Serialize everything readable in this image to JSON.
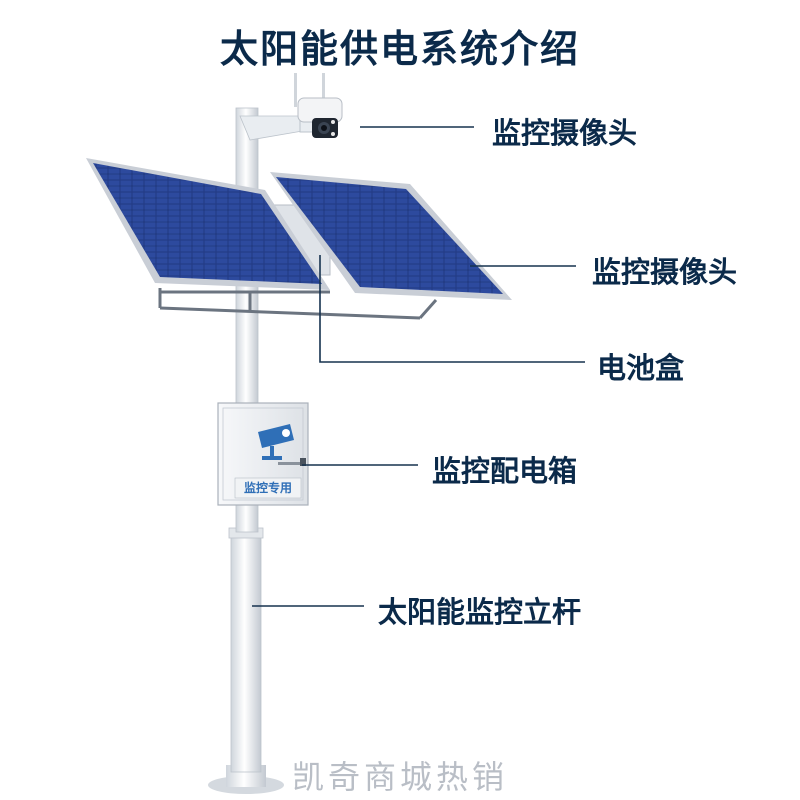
{
  "title": "太阳能供电系统介绍",
  "labels": {
    "camera_top": "监控摄像头",
    "camera_panel": "监控摄像头",
    "battery_box": "电池盒",
    "distribution_box": "监控配电箱",
    "pole": "太阳能监控立杆"
  },
  "box_plate_text": "监控专用",
  "watermark": "凯奇商城热销",
  "colors": {
    "title": "#0b2a4a",
    "label": "#0b2a4a",
    "leader_line": "#16324f",
    "panel_cell": "#243f8f",
    "panel_frame": "#c9ced6",
    "pole": "#eef1f4",
    "watermark": "#b9bec6",
    "box_icon": "#2f6fb7"
  },
  "icons": {
    "camera": "bullet-camera-icon",
    "box_logo": "cctv-camera-icon"
  }
}
